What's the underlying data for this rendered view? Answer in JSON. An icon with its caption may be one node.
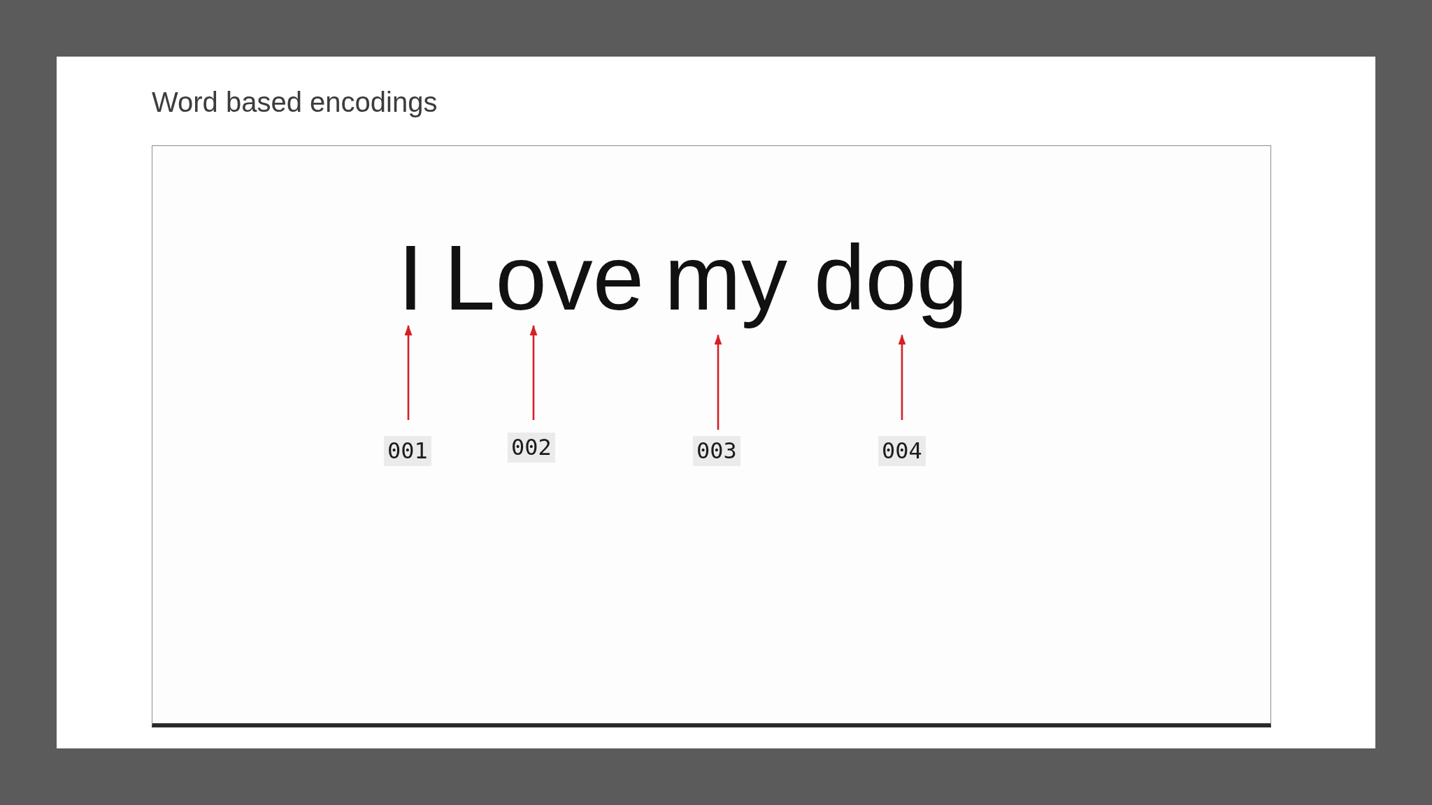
{
  "diagram": {
    "title": "Word based encodings",
    "nodes": [
      {
        "text": [],
        "shape": "box"
      },
      {
        "text": [
          "I"
        ],
        "in": 0
      },
      {
        "text": [
          "Love"
        ],
        "in": 0
      },
      {
        "text": [
          "my"
        ],
        "in": 0
      },
      {
        "text": [
          "dog"
        ],
        "in": 0
      },
      {
        "text": [
          "001"
        ],
        "in": 0
      },
      {
        "text": [
          "002"
        ],
        "in": 0
      },
      {
        "text": [
          "003"
        ],
        "in": 0
      },
      {
        "text": [
          "004"
        ],
        "in": 0
      }
    ],
    "edges": [
      {
        "from": 5,
        "to": 1,
        "arrow": "to"
      },
      {
        "from": 6,
        "to": 2,
        "arrow": "to"
      },
      {
        "from": 7,
        "to": 3,
        "arrow": "to"
      },
      {
        "from": 8,
        "to": 4,
        "arrow": "to"
      }
    ]
  }
}
